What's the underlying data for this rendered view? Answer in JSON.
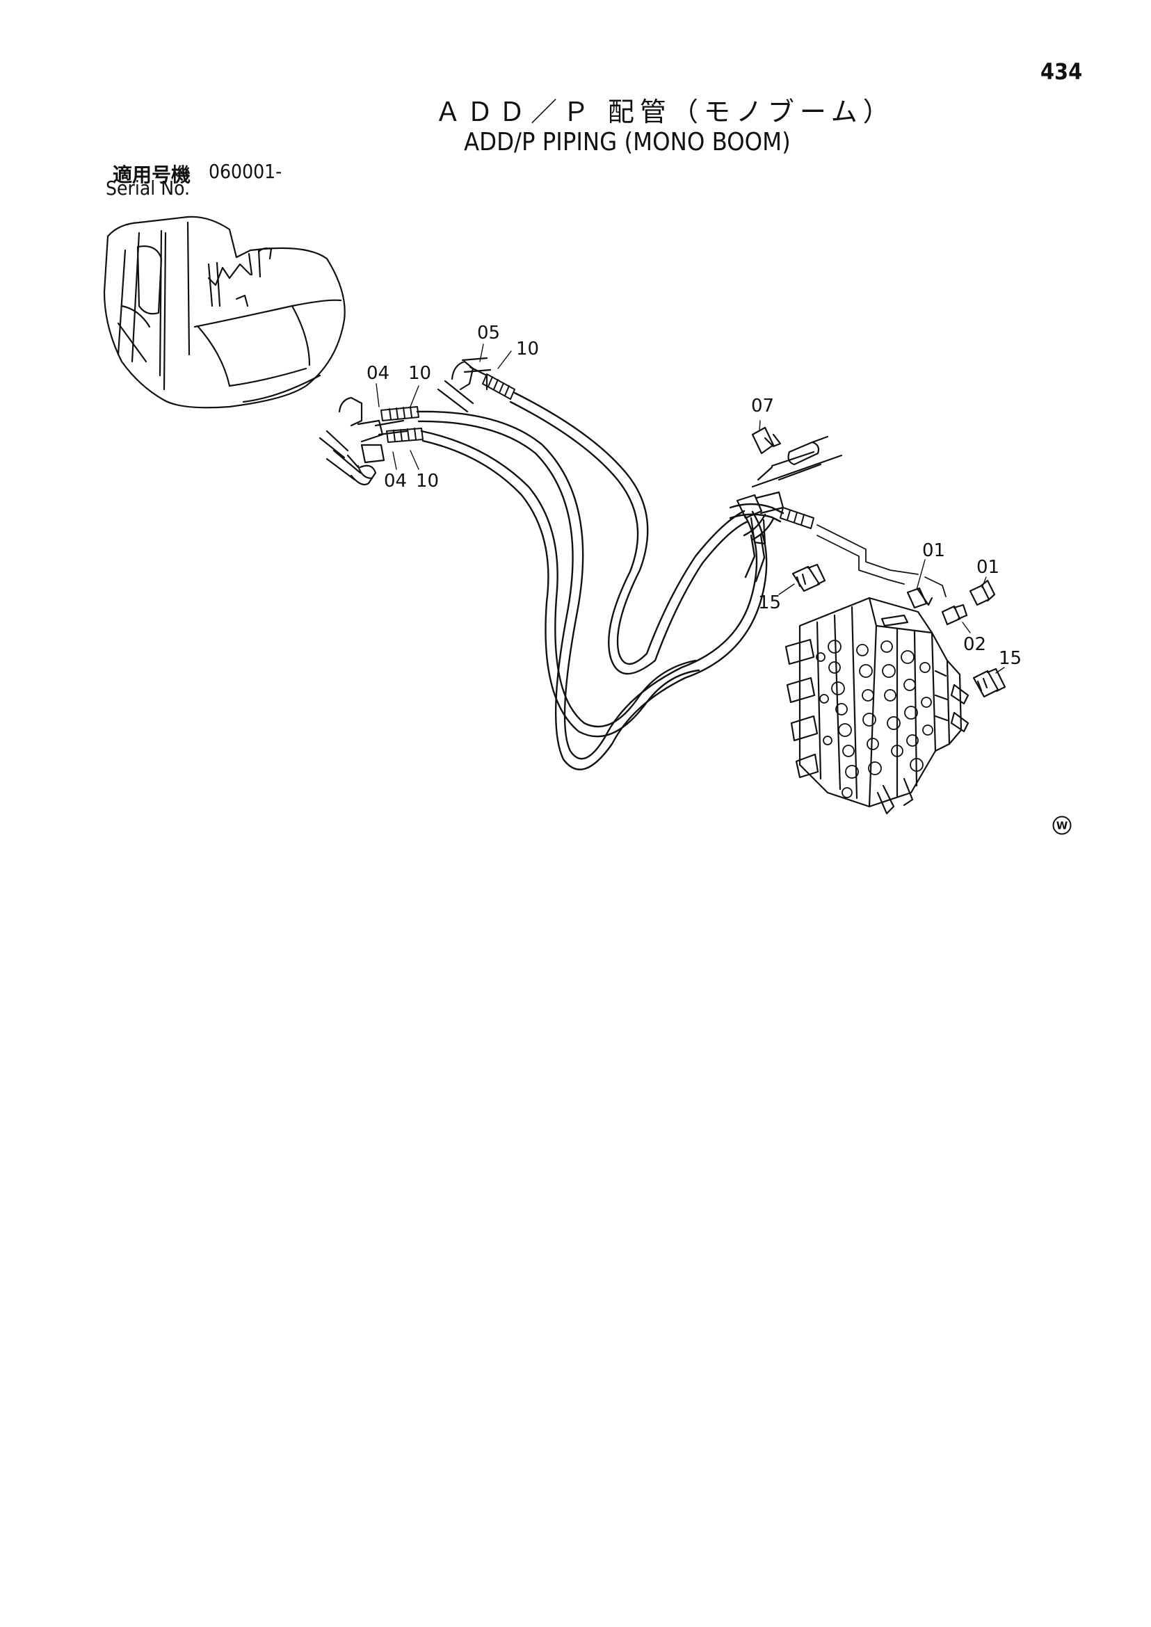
{
  "page": {
    "number": "434"
  },
  "title": {
    "jp": "ＡＤＤ／Ｐ 配管（モノブーム）",
    "en": "ADD/P PIPING (MONO BOOM)"
  },
  "serial": {
    "jp_label": "適用号機",
    "value": "060001-",
    "en_label": "Serial No."
  },
  "callouts": {
    "c05": "05",
    "c10_top": "10",
    "c04_upper": "04",
    "c10_upper": "10",
    "c04_lower": "04",
    "c10_lower": "10",
    "c07": "07",
    "c01_left": "01",
    "c01_right": "01",
    "c15_left": "15",
    "c02": "02",
    "c15_right": "15"
  },
  "mark": "W"
}
